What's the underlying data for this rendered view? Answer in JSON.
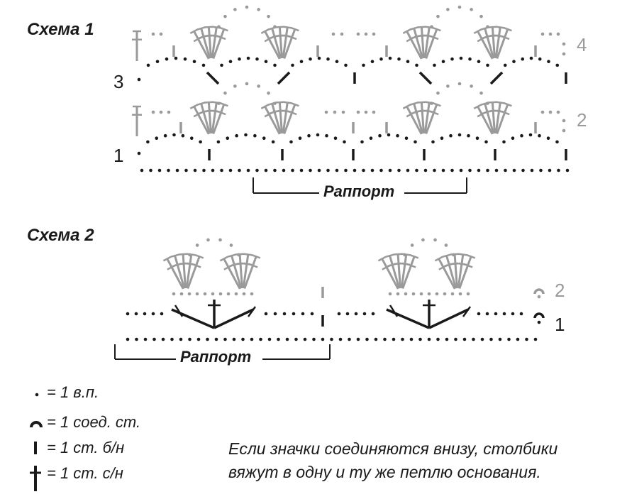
{
  "scheme1": {
    "title": "Схема 1",
    "row_labels": [
      "1",
      "2",
      "3",
      "4"
    ],
    "rapport_label": "Раппорт"
  },
  "scheme2": {
    "title": "Схема 2",
    "row_labels": [
      "1",
      "2"
    ],
    "rapport_label": "Раппорт"
  },
  "legend": [
    {
      "symbol": "chain-stitch",
      "text": "= 1 в.п."
    },
    {
      "symbol": "slip-stitch",
      "text": "= 1 соед. ст."
    },
    {
      "symbol": "single-crochet",
      "text": "= 1 ст. б/н"
    },
    {
      "symbol": "double-crochet",
      "text": "= 1 ст. с/н"
    }
  ],
  "note": {
    "line1": "Если значки соединяются внизу, столбики",
    "line2": "вяжут в одну и ту же петлю основания."
  },
  "colors": {
    "black": "#1a1a1a",
    "grey": "#9a9a9a"
  }
}
